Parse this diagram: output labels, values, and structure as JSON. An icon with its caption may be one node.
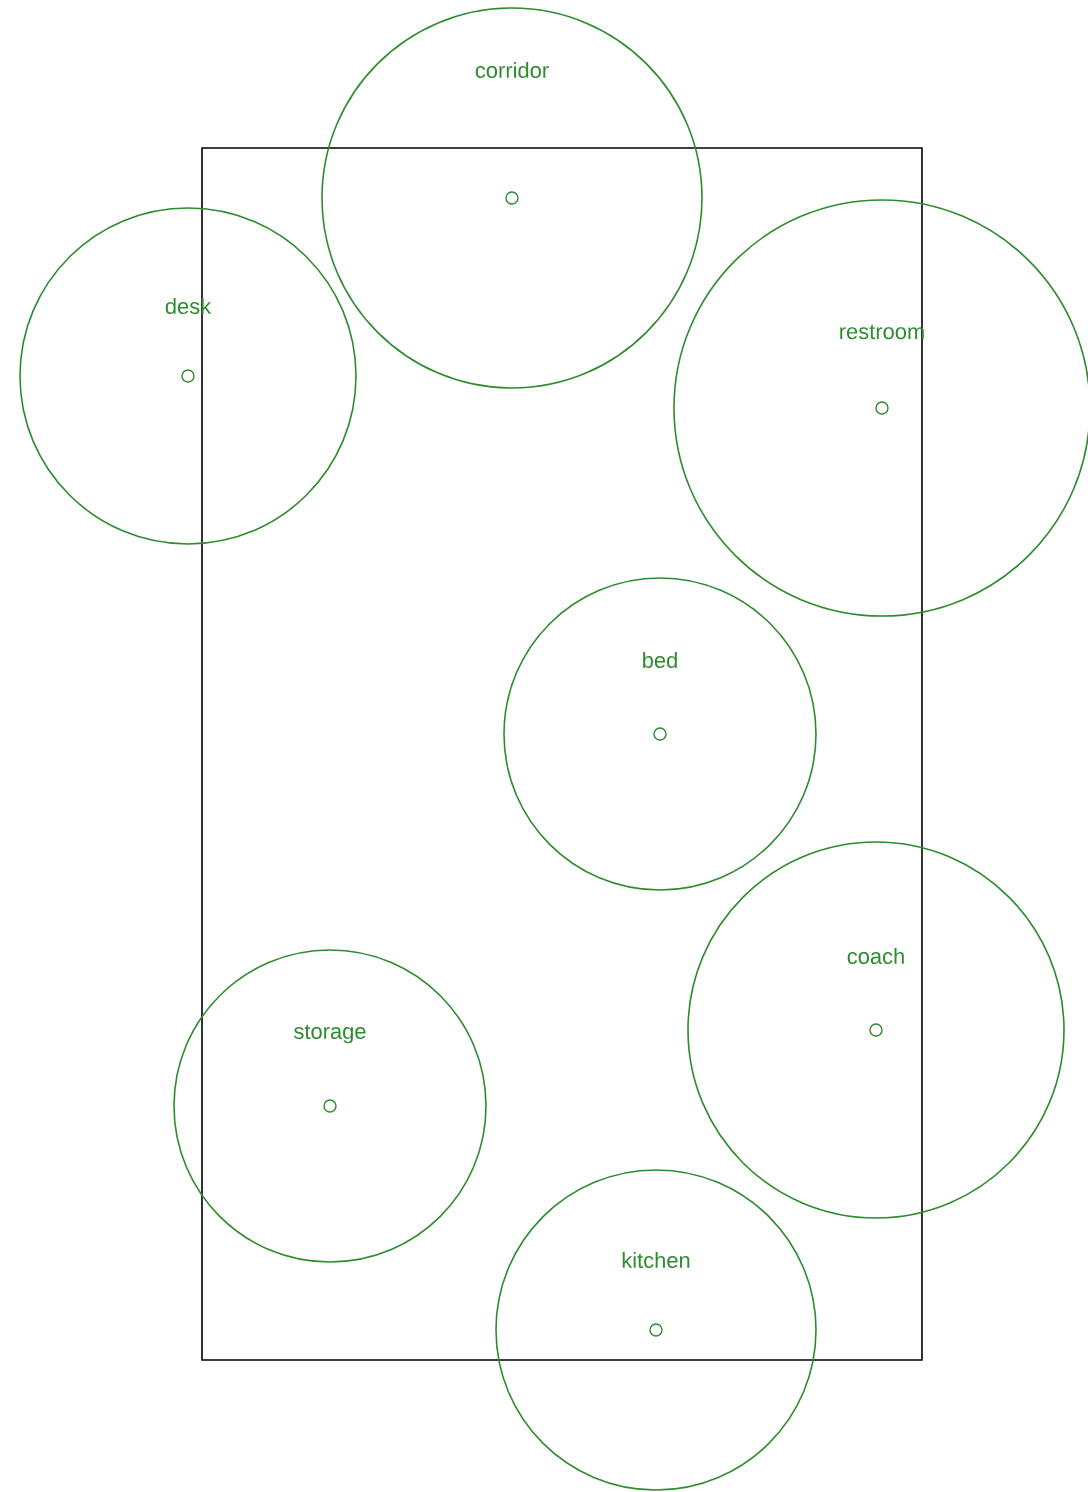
{
  "diagram": {
    "nodes": [
      {
        "text": [
          "corridor"
        ]
      },
      {
        "text": [
          "desk"
        ]
      },
      {
        "text": [
          "restroom"
        ]
      },
      {
        "text": [
          "bed"
        ]
      },
      {
        "text": [
          "coach"
        ]
      },
      {
        "text": [
          "storage"
        ]
      },
      {
        "text": [
          "kitchen"
        ]
      }
    ]
  }
}
